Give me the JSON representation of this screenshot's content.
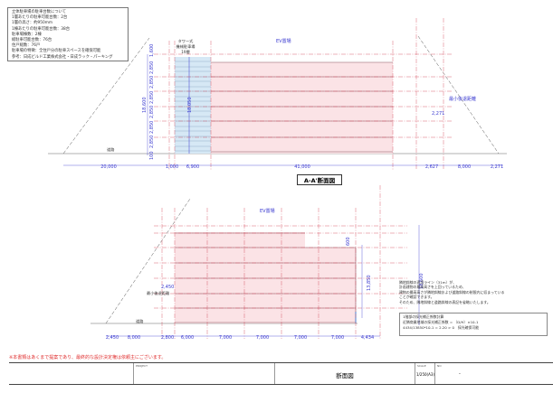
{
  "notes": {
    "lines": [
      "立体駐車場の駐車台数について",
      "1層あたりの駐車可能台数：2台",
      "1層の高さ：約950mm",
      "1棟あたりの駐車可能台数：38台",
      "駐車場棟数：2棟",
      "総駐車可能台数：76台",
      "住戸総数：76戸",
      "駐車場の特徴：全住戸分の駐車スペースを確保可能",
      "参考：日成ビルド工業株式会社・日成ラック・パーキング"
    ]
  },
  "section_a": {
    "title": "A-A'断面図",
    "tower_label": [
      "タワー式",
      "機械駐車場",
      "19層"
    ],
    "ev_label": "EV置場",
    "road_label": "道路",
    "setback_label": "最小後退距離",
    "setback_value": "2,271",
    "height_total": "18,600",
    "tower_height": "18,050",
    "floor_heights": [
      "100",
      "2,850",
      "2,850",
      "2,850",
      "2,850",
      "2,850",
      "2,850",
      "1,600"
    ],
    "bottom_dims": [
      "20,000",
      "1,000",
      "6,900",
      "41,000",
      "2,627",
      "8,000",
      "2,271"
    ]
  },
  "section_b": {
    "ev_label": "EV置場",
    "road_label": "道路",
    "setback_label": "最小後退距離",
    "setback_value": "2,450",
    "step_height": "600",
    "height_13850": "13,850",
    "height_total": "18,600",
    "bottom_dims": [
      "2,450",
      "8,000",
      "2,800",
      "6,000",
      "7,000",
      "7,000",
      "7,000",
      "7,000",
      "4,434"
    ]
  },
  "right_notes": {
    "lines": [
      "隣地斜線の適用ライン（31m）が、",
      "計画建物の最高高さを上回っているため、",
      "建物の最高高さが隣地斜線および道路斜線の制限内に収まっている",
      "ことが確認できます。",
      "そのため、隣地斜線と道路斜線の表記を省略いたします。"
    ],
    "box_lines": [
      "1階部の採光補正係数計算",
      "近隣商業地域の採光補正係数 = （D/H）×10-1",
      "4434/13850*10-1 = 2.20 > 0　採光確保可能"
    ]
  },
  "disclaimer": "※本書類はあくまで提案であり、最終的な設計決定権は依頼主にございます。",
  "title_block": {
    "name_label": "PROJECT",
    "drawing_title": "断面図",
    "scale_label": "SCALE",
    "scale": "1/250(A3)",
    "no_label": "NO",
    "no": "-"
  },
  "colors": {
    "building": "#fbe3e6",
    "tower": "#d6e8f5",
    "dimension": "#3a3ad0",
    "gridline": "#d04050",
    "disclaimer": "#e03030"
  }
}
